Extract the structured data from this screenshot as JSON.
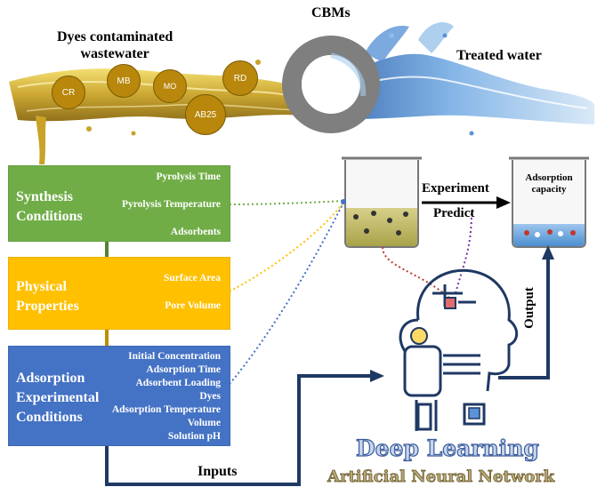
{
  "stream": {
    "dyes_label": "Dyes contaminated wastewater",
    "dyes_line1": "Dyes contaminated",
    "dyes_line2": "wastewater",
    "cbms_label": "CBMs",
    "treated_label": "Treated water",
    "dyes": [
      "CR",
      "MB",
      "MO",
      "RD",
      "AB25"
    ]
  },
  "inputs_panel": {
    "synthesis": {
      "title_line1": "Synthesis",
      "title_line2": "Conditions",
      "items": [
        "Pyrolysis Time",
        "Pyrolysis Temperature",
        "Adsorbents"
      ],
      "color": "#70ad47"
    },
    "physical": {
      "title_line1": "Physical",
      "title_line2": "Properties",
      "items": [
        "Surface Area",
        "Pore Volume"
      ],
      "color": "#ffc000"
    },
    "adsorption": {
      "title_line1": "Adsorption",
      "title_line2": "Experimental",
      "title_line3": "Conditions",
      "items": [
        "Initial Concentration",
        "Adsorption Time",
        "Adsorbent Loading",
        "Dyes",
        "Adsorption Temperature",
        "Volume",
        "Solution pH"
      ],
      "color": "#4472c4"
    },
    "inputs_label": "Inputs"
  },
  "experiment": {
    "experiment_label": "Experiment",
    "predict_label": "Predict",
    "capacity_line1": "Adsorption",
    "capacity_line2": "capacity",
    "output_label": "Output"
  },
  "model": {
    "title": "Deep Learning",
    "subtitle": "Artificial Neural Network"
  },
  "colors": {
    "arrow": "#1f3864",
    "synthesis": "#70ad47",
    "physical": "#ffc000",
    "adsorption": "#4472c4",
    "wastewater": "#b8870b",
    "water": "#4a8fd0"
  }
}
